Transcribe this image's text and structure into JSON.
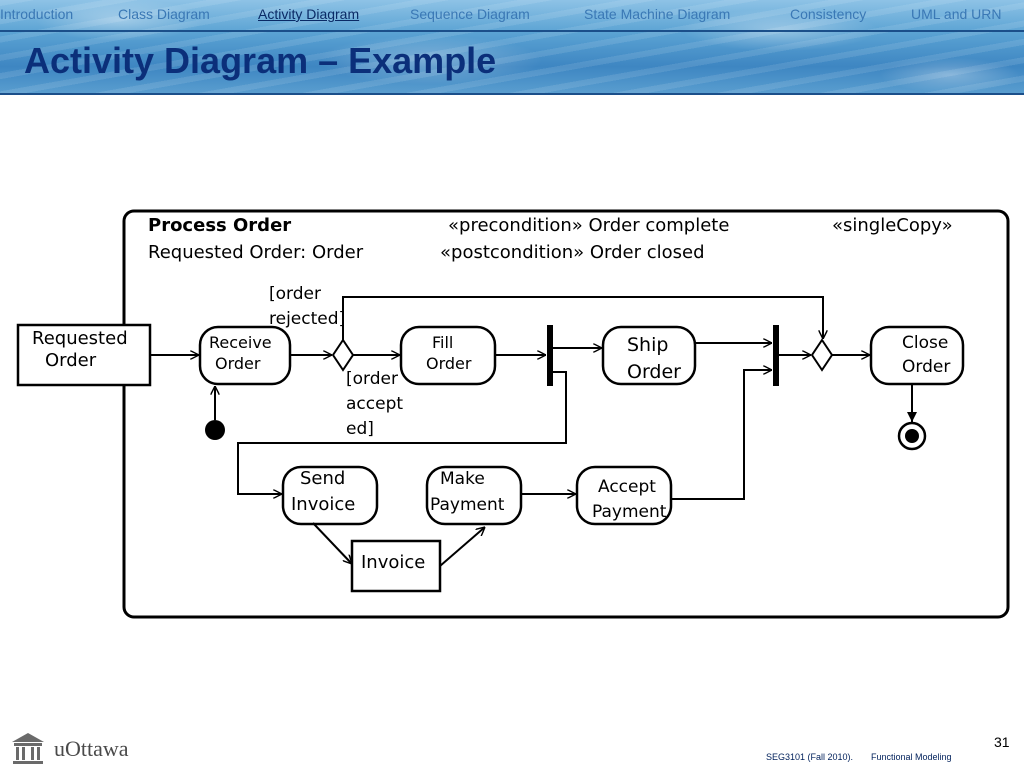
{
  "nav": {
    "items": [
      {
        "label": "Introduction",
        "active": false
      },
      {
        "label": "Class Diagram",
        "active": false
      },
      {
        "label": "Activity Diagram",
        "active": true
      },
      {
        "label": "Sequence Diagram",
        "active": false
      },
      {
        "label": "State Machine Diagram",
        "active": false
      },
      {
        "label": "Consistency",
        "active": false
      },
      {
        "label": "UML and URN",
        "active": false
      }
    ]
  },
  "title": "Activity Diagram – Example",
  "diagram": {
    "activity_name": "Process Order",
    "parameter": "Requested Order: Order",
    "precondition": "«precondition» Order complete",
    "postcondition": "«postcondition» Order closed",
    "single_copy": "«singleCopy»",
    "input_object": [
      "Requested",
      "Order"
    ],
    "actions": {
      "receive_order": [
        "Receive",
        "Order"
      ],
      "fill_order": [
        "Fill",
        "Order"
      ],
      "ship_order": [
        "Ship",
        "Order"
      ],
      "close_order": [
        "Close",
        "Order"
      ],
      "send_invoice": [
        "Send",
        "Invoice"
      ],
      "make_payment": [
        "Make",
        "Payment"
      ],
      "accept_payment": [
        "Accept",
        "Payment"
      ]
    },
    "invoice_object": "Invoice",
    "guard_rejected": [
      "[order",
      "rejected]"
    ],
    "guard_accepted": [
      "[order",
      "accept",
      "ed]"
    ]
  },
  "footer": {
    "logo_text": "uOttawa",
    "page_number": "31",
    "course": "SEG3101 (Fall 2010).",
    "topic": "Functional Modeling"
  },
  "colors": {
    "title": "#0b2f7a",
    "nav_active": "#0a2a66",
    "nav_inactive": "#3a78b5",
    "footer_text": "#00205b"
  }
}
